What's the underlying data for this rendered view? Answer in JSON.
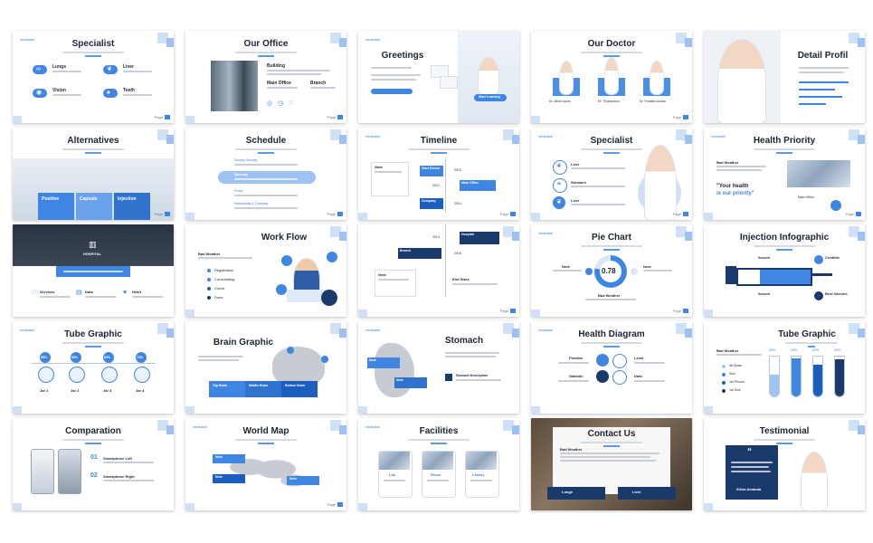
{
  "slides": [
    {
      "title": "Specialist",
      "items": [
        "Lungs",
        "Liver",
        "Vision",
        "Teeth"
      ]
    },
    {
      "title": "Our Office",
      "items": [
        "Building",
        "Main Office",
        "Branch"
      ]
    },
    {
      "title": "Greetings",
      "button": "Start Learning"
    },
    {
      "title": "Our Doctor",
      "names": [
        "Dr. Alicia Lyons",
        "Dr. Thompshon",
        "Dr. Franklin Acuna"
      ]
    },
    {
      "title": "Detail Profil"
    },
    {
      "title": "Alternatives",
      "items": [
        "Positive",
        "Capsule",
        "Injection"
      ]
    },
    {
      "title": "Schedule",
      "items": [
        "Sunday Monday",
        "Saturday",
        "Friday",
        "Wednesday & Thursday"
      ]
    },
    {
      "title": "Timeline",
      "items": [
        "Note",
        "Start Dream",
        "Main Office",
        "Company"
      ],
      "years": [
        "2010",
        "2012",
        "2014"
      ]
    },
    {
      "title": "Specialist",
      "items": [
        "Liver",
        "Stomach",
        "Liver"
      ]
    },
    {
      "title": "Health Priority",
      "quote_a": "\"Your health",
      "quote_b": "is our priority\"",
      "sub": "Bad Weather",
      "extra": "Main Office"
    },
    {
      "label": "HOSPITAL",
      "items": [
        "Services",
        "Data",
        "Heart"
      ]
    },
    {
      "title": "Work Flow",
      "sub": "Bad Weather",
      "items": [
        "Registration",
        "Consultating",
        "Check",
        "Done"
      ]
    },
    {
      "title": "",
      "items": [
        "Hospital",
        "Branch",
        "Note",
        "End Stars"
      ],
      "years": [
        "2013",
        "2016"
      ]
    },
    {
      "title": "Pie Chart",
      "value": "0.78",
      "items": [
        "Note",
        "Note",
        "Bad Weather"
      ]
    },
    {
      "title": "Injection Infographic",
      "items": [
        "Secure",
        "Credible",
        "Secure",
        "Best Vaccine"
      ]
    },
    {
      "title": "Tube Graphic",
      "values": [
        "55%",
        "95%",
        "80%",
        "73%"
      ],
      "items": [
        "Jar 1",
        "Jar 2",
        "Jar 3",
        "Jar 4"
      ]
    },
    {
      "title": "Brain Graphic",
      "items": [
        "Top Brain",
        "Middle Brain",
        "Bottom Brain"
      ]
    },
    {
      "title": "Stomach",
      "items": [
        "Note",
        "Note",
        "Stomach Description"
      ]
    },
    {
      "title": "Health Diagram",
      "items": [
        "Positive",
        "Lever",
        "Statistic",
        "Data"
      ]
    },
    {
      "title": "Tube Graphic",
      "sub": "Bad Weather",
      "values": [
        "55%",
        "95%",
        "80%",
        "93%"
      ],
      "items": [
        "Alt Spam",
        "Sick",
        "Jar Person",
        "Jar Sick"
      ]
    },
    {
      "title": "Comparation",
      "items": [
        "Smartphone Left",
        "Smartphone Right"
      ],
      "nums": [
        "01",
        "02"
      ]
    },
    {
      "title": "World Map",
      "items": [
        "Note",
        "Note",
        "Note"
      ]
    },
    {
      "title": "Facilities",
      "items": [
        "Lab",
        "Room",
        "Library"
      ]
    },
    {
      "title": "Contact Us",
      "sub": "Bad Weather",
      "items": [
        "Longe",
        "Liver"
      ]
    },
    {
      "title": "Testimonial",
      "name": "Silvia Amanda",
      "quote_mark": "“"
    }
  ],
  "page_label": "Page",
  "colors": {
    "accent": "#3f86e3",
    "navy": "#1a3a6b",
    "light": "#cfe0f7"
  }
}
